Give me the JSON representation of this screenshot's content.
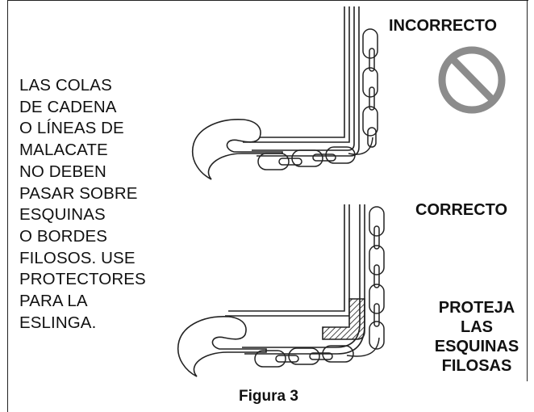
{
  "instruction_lines": [
    "LAS COLAS",
    "DE CADENA",
    "O LÍNEAS DE",
    "MALACATE",
    "NO DEBEN",
    "PASAR SOBRE",
    "ESQUINAS",
    "O BORDES",
    "FILOSOS. USE",
    "PROTECTORES",
    "PARA LA",
    "ESLINGA."
  ],
  "labels": {
    "incorrect": "INCORRECTO",
    "correct": "CORRECTO",
    "protect_lines": [
      "PROTEJA",
      "LAS",
      "ESQUINAS",
      "FILOSAS"
    ]
  },
  "caption": "Figura 3",
  "icons": {
    "prohibited": "no-symbol-icon"
  },
  "colors": {
    "line": "#222222",
    "prohibited_gray": "#8c8c8c",
    "protector_hatch": "#555555"
  }
}
